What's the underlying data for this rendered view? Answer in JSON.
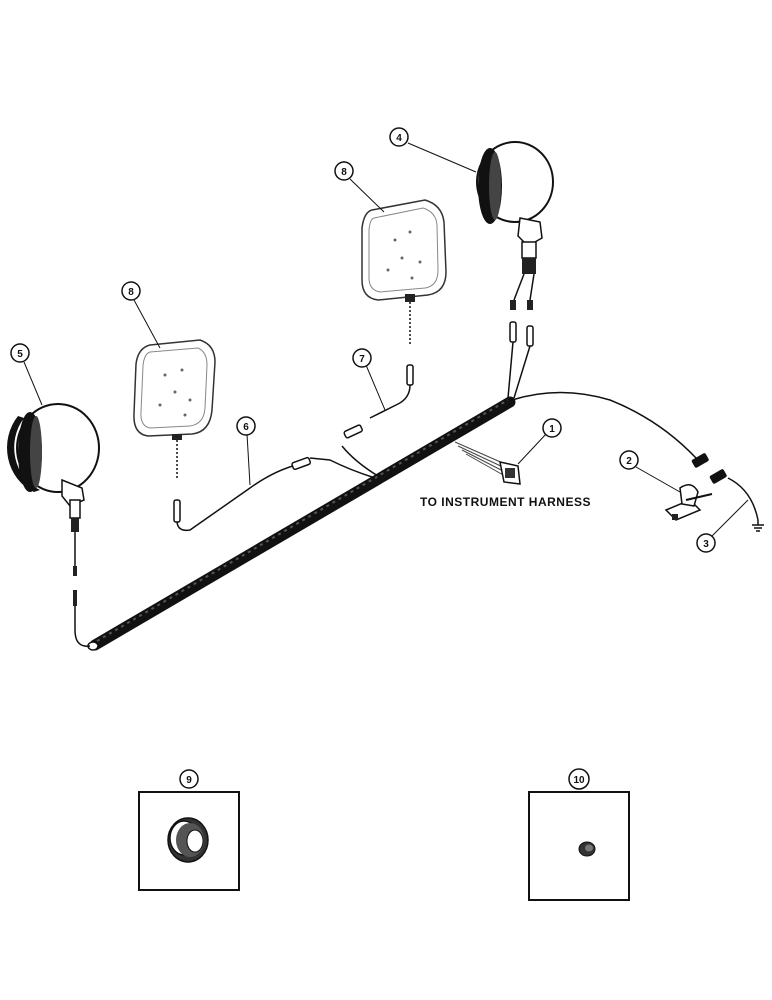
{
  "callouts": {
    "c1": "1",
    "c2": "2",
    "c3": "3",
    "c4": "4",
    "c5": "5",
    "c6": "6",
    "c7": "7",
    "c8a": "8",
    "c8b": "8",
    "c9": "9",
    "c10": "10"
  },
  "labels": {
    "instrument_harness": "TO INSTRUMENT HARNESS"
  }
}
